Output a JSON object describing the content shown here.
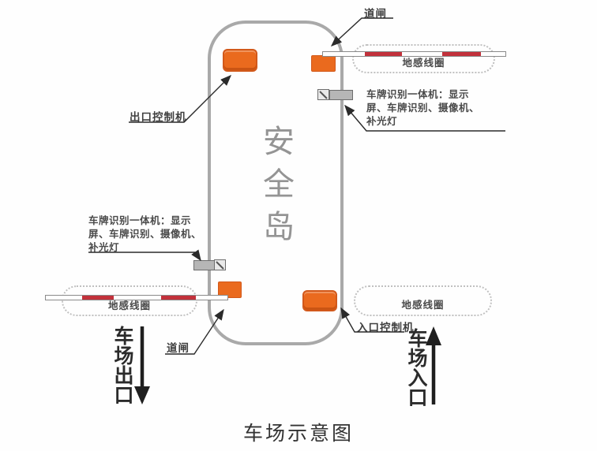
{
  "title": "车场示意图",
  "island": {
    "label": "安全岛"
  },
  "entrance_lane": {
    "direction_label": "车场入口",
    "entry_coil_label": "地感线圈",
    "controller_label": "入口控制机",
    "lpr_label": "车牌识别一体机：显示\n屏、车牌识别、摄像机、\n补光灯",
    "barrier_label": "道闸",
    "exit_coil_label": "地感线圈"
  },
  "exit_lane": {
    "direction_label": "车场出口",
    "controller_label": "出口控制机",
    "lpr_label": "车牌识别一体机：显示\n屏、车牌识别、摄像机、\n补光灯",
    "barrier_label": "道闸",
    "coil_label": "地感线圈"
  },
  "colors": {
    "machine_orange": "#ea6a1e",
    "barrier_red": "#c2313b",
    "island_border": "#a9a9a9",
    "coil_border": "#c0c0c0",
    "device_gray": "#b6b6b6",
    "annotation_line": "#2a2a2a"
  }
}
